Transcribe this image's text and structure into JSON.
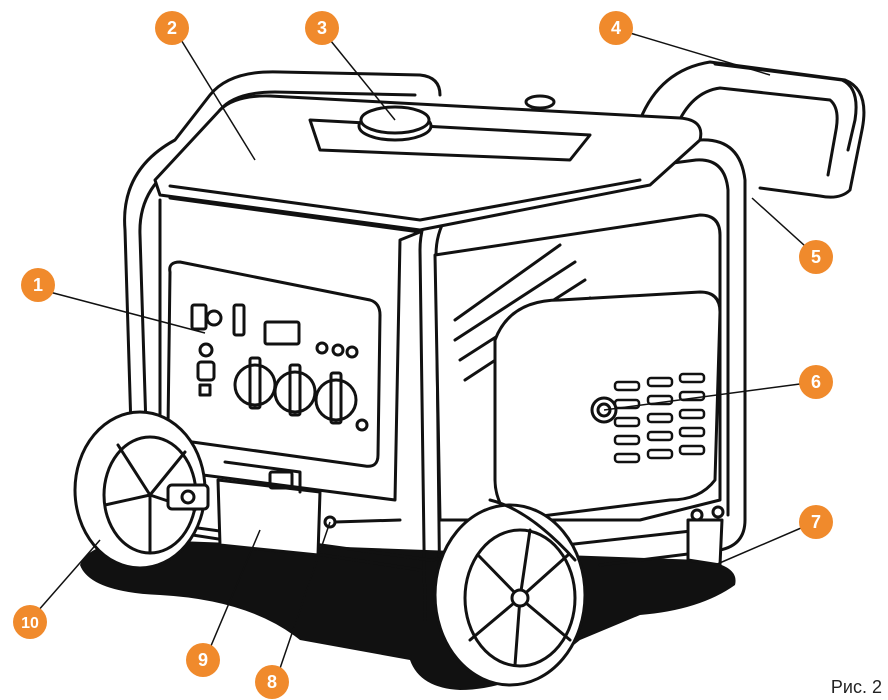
{
  "colors": {
    "callout": "#f08a2c",
    "line": "#111111",
    "shadow": "#111111",
    "background": "#ffffff"
  },
  "callouts": [
    {
      "number": "1"
    },
    {
      "number": "2"
    },
    {
      "number": "3"
    },
    {
      "number": "4"
    },
    {
      "number": "5"
    },
    {
      "number": "6"
    },
    {
      "number": "7"
    },
    {
      "number": "8"
    },
    {
      "number": "9"
    },
    {
      "number": "10"
    }
  ],
  "caption": "Рис. 2"
}
